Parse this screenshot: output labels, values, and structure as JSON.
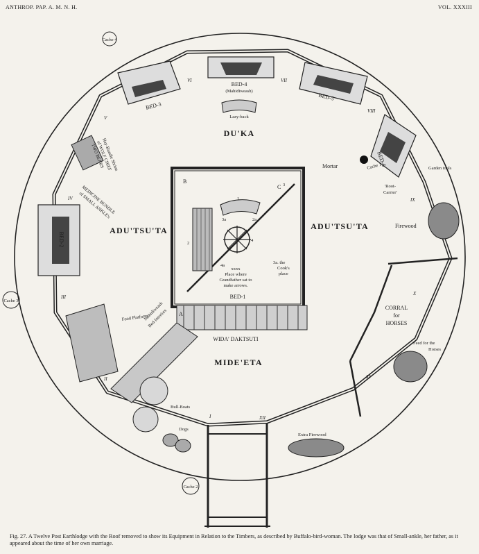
{
  "header": {
    "left": "ANTHROP. PAP. A. M. N. H.",
    "right": "VOL. XXXIII"
  },
  "rooms": {
    "duka": "DU'KA",
    "adutsuta_left": "ADU'TSU'TA",
    "adutsuta_right": "ADU'TSU'TA",
    "mideeta": "MIDE'ETA",
    "wida_daktsuti": "WIDA' DAKTSUTI"
  },
  "beds": {
    "bed1": "BED-1",
    "bed2": "BED-2",
    "bed3": "BED-3",
    "bed4": "BED-4",
    "bed4_note": "(Mahidiweash)",
    "bed5": "BED-5",
    "bed6": "BED-6"
  },
  "features": {
    "mortar": "Mortar",
    "lazy_back": "Lazy-back",
    "garden_tools": "Garden tools",
    "root_carrier_1": "'Root-",
    "root_carrier_2": "Carrier'",
    "firewood": "Firewood",
    "corral_1": "CORRAL",
    "corral_2": "for",
    "corral_3": "HORSES",
    "feed_horses_1": "Feed for the",
    "feed_horses_2": "Horses",
    "extra_firewood": "Extra Firewood",
    "dogs": "Dogs",
    "bull_boats": "Bull-Boats",
    "food_platform": "Food Platform",
    "mahidiweash_bed_1": "Mahidiweash",
    "mahidiweash_bed_2": "Bed-Interiors",
    "medicine_bundle_1": "MEDICINE BUNDLE",
    "medicine_bundle_2": "of SMALL ANKLE's",
    "wolf_shrine_1": "Hay-Bundle Shrine",
    "wolf_shrine_2": "of WOLF CHIEF",
    "wolf_shrine_3": "TWO BEARS",
    "place_grandfather_1": "Place where",
    "place_grandfather_2": "Grandfather sat to",
    "place_grandfather_3": "make arrows.",
    "cooks_place_1": "3a. the",
    "cooks_place_2": "Cook's",
    "cooks_place_3": "place"
  },
  "caches": {
    "cache1": "Cache 1",
    "cache2": "Cache 2",
    "cache3": "Cache 3",
    "cache4": "Cache 4"
  },
  "post_numbers": [
    "I",
    "II",
    "III",
    "IV",
    "V",
    "VI",
    "VII",
    "VIII",
    "IX",
    "X",
    "XI",
    "XII"
  ],
  "hearth_marks": {
    "a": "A",
    "b": "B",
    "c": "C",
    "one": "1",
    "two": "2",
    "three": "3",
    "n4a": "4a",
    "n3a": "3a",
    "n2a": "2a",
    "n4": "4",
    "xxxx": "xxxx"
  },
  "caption": "Fig. 27. A Twelve Post Earthlodge with the Roof removed to show its Equipment in Relation to the Timbers, as described by Buffalo-bird-woman. The lodge was that of Small-ankle, her father, as it appeared about the time of her own marriage."
}
